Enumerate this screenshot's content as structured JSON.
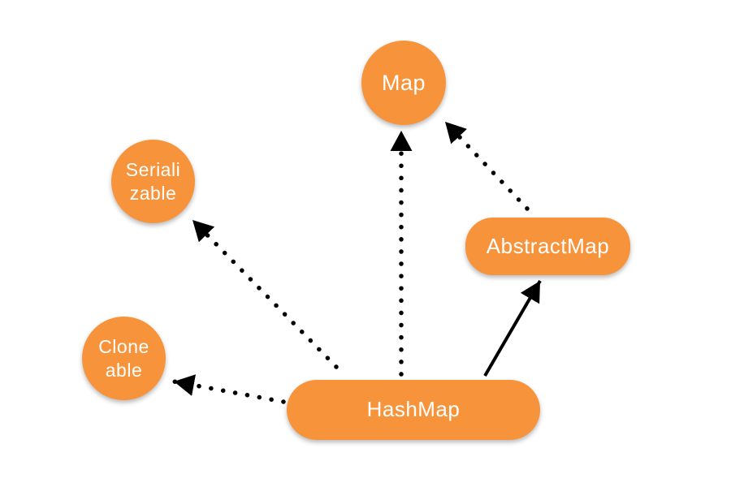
{
  "diagram": {
    "type": "class-inheritance-diagram",
    "colors": {
      "background": "#ffffff",
      "node_fill": "#F7943B",
      "node_text": "#ffffff",
      "arrow": "#000000"
    },
    "nodes": {
      "map": {
        "label": "Map",
        "shape": "circle"
      },
      "serializable": {
        "label": "Seriali\nzable",
        "shape": "circle"
      },
      "cloneable": {
        "label": "Clone\nable",
        "shape": "circle"
      },
      "abstract_map": {
        "label": "AbstractMap",
        "shape": "rounded-rect"
      },
      "hash_map": {
        "label": "HashMap",
        "shape": "rounded-rect"
      }
    },
    "edges": [
      {
        "from": "HashMap",
        "to": "Map",
        "style": "dotted",
        "arrowhead": "solid-triangle"
      },
      {
        "from": "HashMap",
        "to": "Serializable",
        "style": "dotted",
        "arrowhead": "solid-triangle"
      },
      {
        "from": "HashMap",
        "to": "Cloneable",
        "style": "dotted",
        "arrowhead": "solid-triangle"
      },
      {
        "from": "HashMap",
        "to": "AbstractMap",
        "style": "solid",
        "arrowhead": "solid-triangle"
      },
      {
        "from": "AbstractMap",
        "to": "Map",
        "style": "dotted",
        "arrowhead": "solid-triangle"
      }
    ]
  }
}
